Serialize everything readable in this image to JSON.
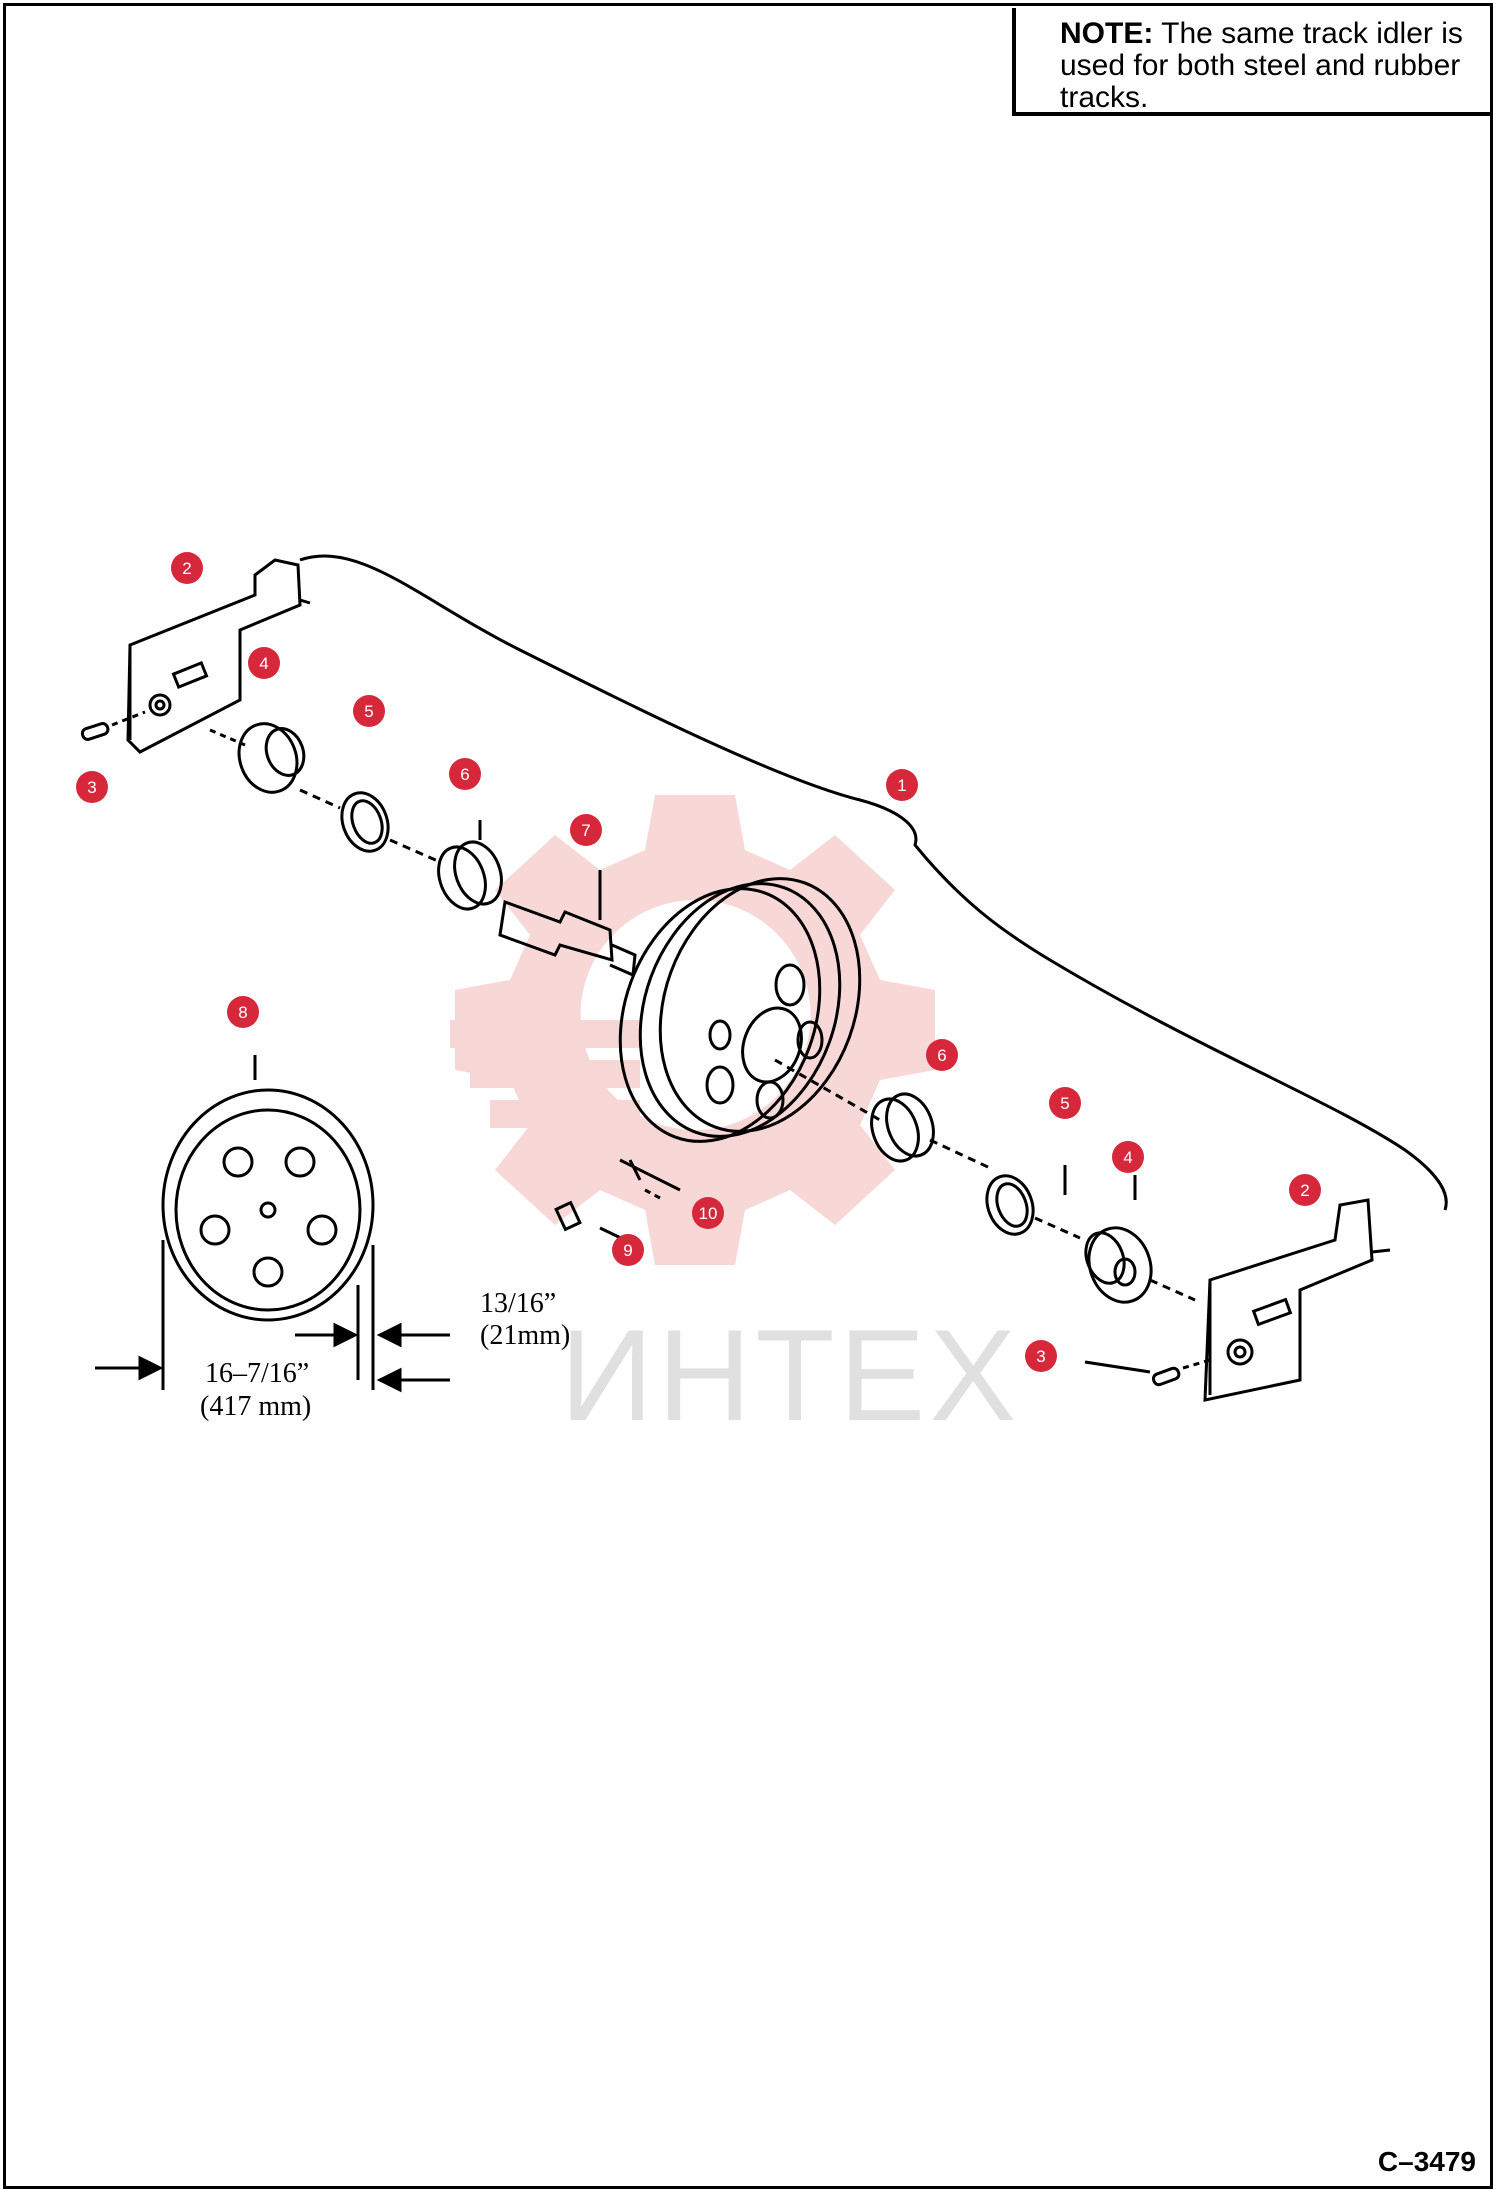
{
  "note": {
    "label": "NOTE:",
    "text": " The same track idler is used for both steel and rubber tracks."
  },
  "dimensions": {
    "width_in": "13/16”",
    "width_mm": "(21mm)",
    "diameter_in": "16–7/16”",
    "diameter_mm": "(417 mm)"
  },
  "callouts": [
    "2",
    "4",
    "5",
    "3",
    "6",
    "7",
    "1",
    "8",
    "6",
    "5",
    "4",
    "2",
    "10",
    "9",
    "3"
  ],
  "watermark": "ИНТЕХ",
  "figure_id": "C–3479",
  "colors": {
    "callout": "#d6283a",
    "line": "#000000",
    "watermark": "#e88a8a"
  }
}
